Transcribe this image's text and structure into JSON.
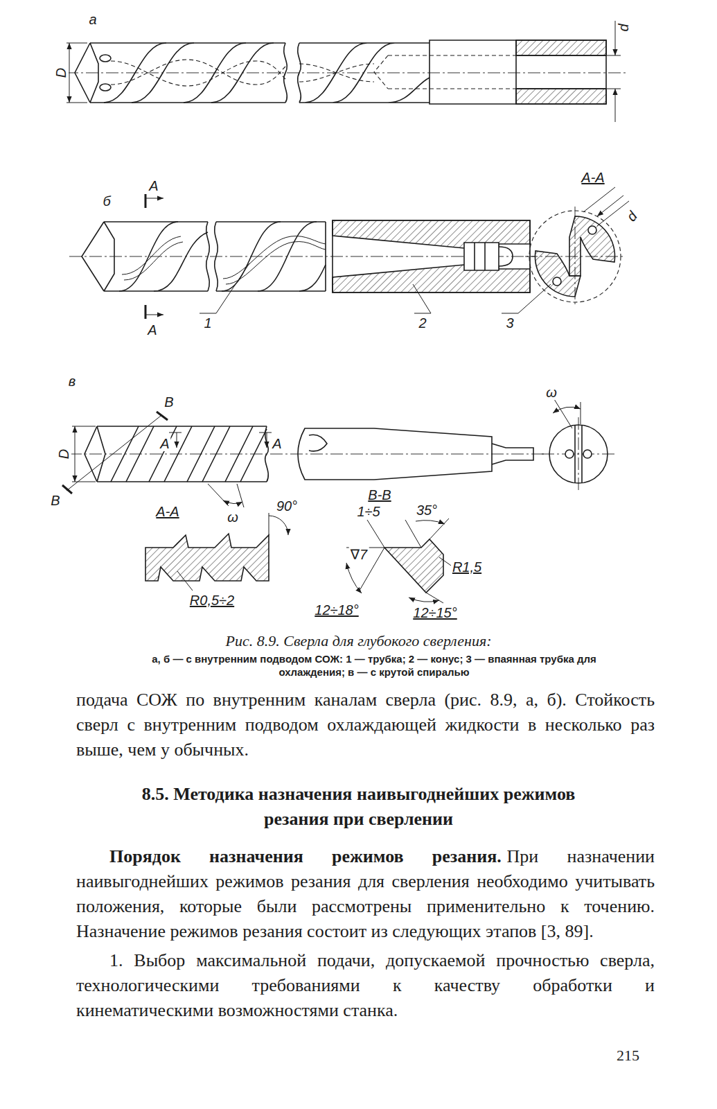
{
  "diagram": {
    "caption": "Рис. 8.9. Сверла для глубокого сверления:",
    "labels": [
      "а",
      "D",
      "d",
      "б",
      "А",
      "А",
      "1",
      "2",
      "3",
      "А-А",
      "d",
      "в",
      "В",
      "А",
      "А",
      "D",
      "В",
      "ω",
      "ω",
      "А-А",
      "90°",
      "R0,5÷2",
      "В-В",
      "1÷5",
      "35°",
      "∇7",
      "R1,5",
      "12÷18°",
      "12÷15°",
      "а, б — с внутренним подводом СОЖ: 1 — трубка; 2 — конус; 3 — впаянная трубка для охлаждения; в — с крутой спиралью",
      "подача СОЖ по внутренним каналам сверла (рис. 8.9, а, б). Стойкость сверл с внутренним подводом охлаждающей жидкости в несколько раз выше, чем у обычных.",
      "8.5. Методика назначения наивыгоднейших режимов резания при сверлении",
      "Порядок назначения режимов резания.",
      "При назначении наивыгоднейших режимов резания для сверления необходимо учитывать положения, которые были рассмотрены применительно к точению. Назначение режимов резания состоит из следующих этапов [3, 89].",
      "1. Выбор максимальной подачи, допускаемой прочностью сверла, технологическими требованиями к качеству обработки и кинематическими возможностями станка.",
      "215"
    ]
  }
}
